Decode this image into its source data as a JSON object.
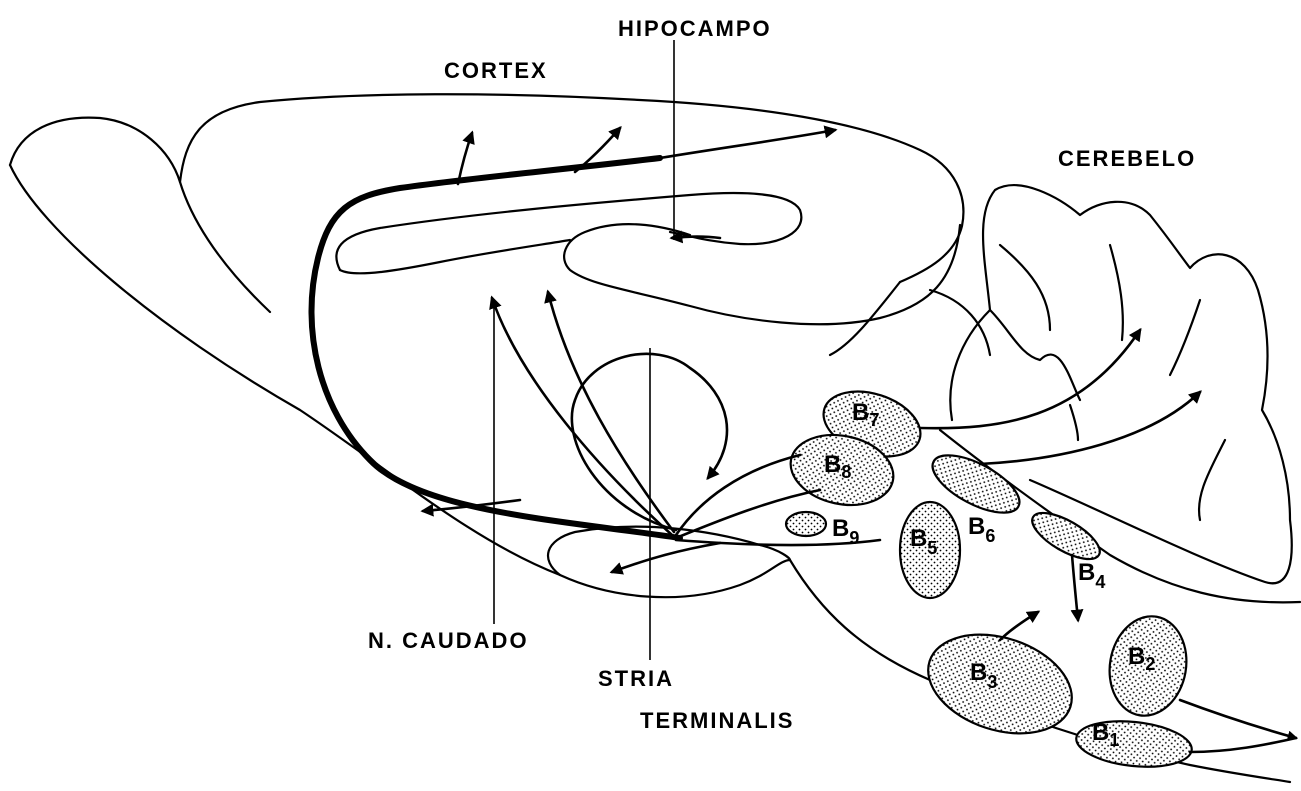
{
  "labels": {
    "hipocampo": "HIPOCAMPO",
    "cortex": "CORTEX",
    "cerebelo": "CEREBELO",
    "n_caudado": "N. CAUDADO",
    "stria": "STRIA",
    "terminalis": "TERMINALIS"
  },
  "nuclei": {
    "b1": {
      "letter": "B",
      "number": "1"
    },
    "b2": {
      "letter": "B",
      "number": "2"
    },
    "b3": {
      "letter": "B",
      "number": "3"
    },
    "b4": {
      "letter": "B",
      "number": "4"
    },
    "b5": {
      "letter": "B",
      "number": "5"
    },
    "b6": {
      "letter": "B",
      "number": "6"
    },
    "b7": {
      "letter": "B",
      "number": "7"
    },
    "b8": {
      "letter": "B",
      "number": "8"
    },
    "b9": {
      "letter": "B",
      "number": "9"
    }
  }
}
